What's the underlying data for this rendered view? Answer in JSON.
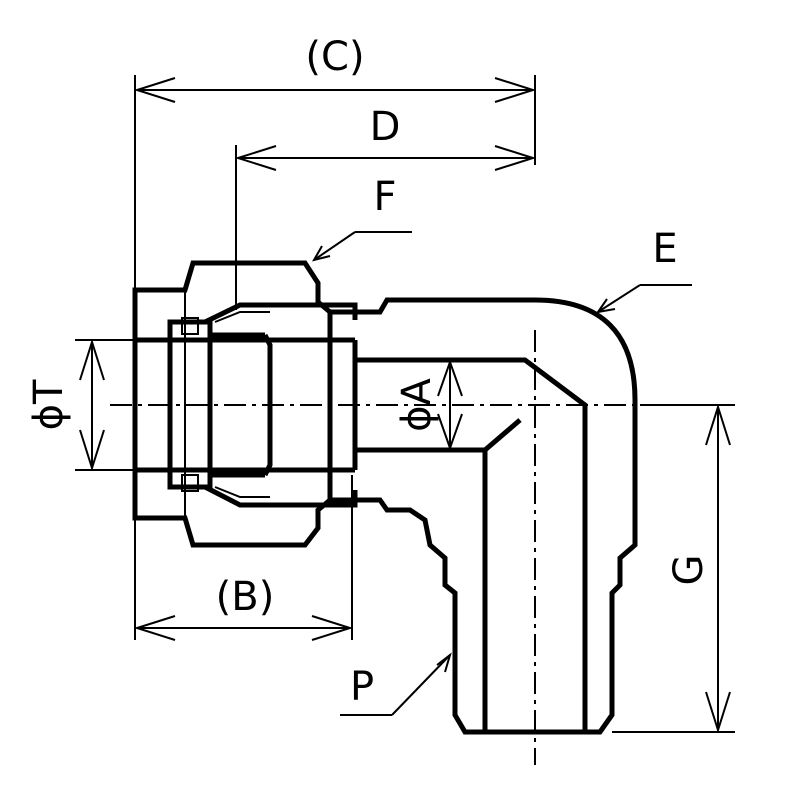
{
  "labels": {
    "C": "(C)",
    "D": "D",
    "F": "F",
    "E": "E",
    "T": "ϕT",
    "A": "ϕA",
    "B": "(B)",
    "G": "G",
    "P": "P"
  }
}
